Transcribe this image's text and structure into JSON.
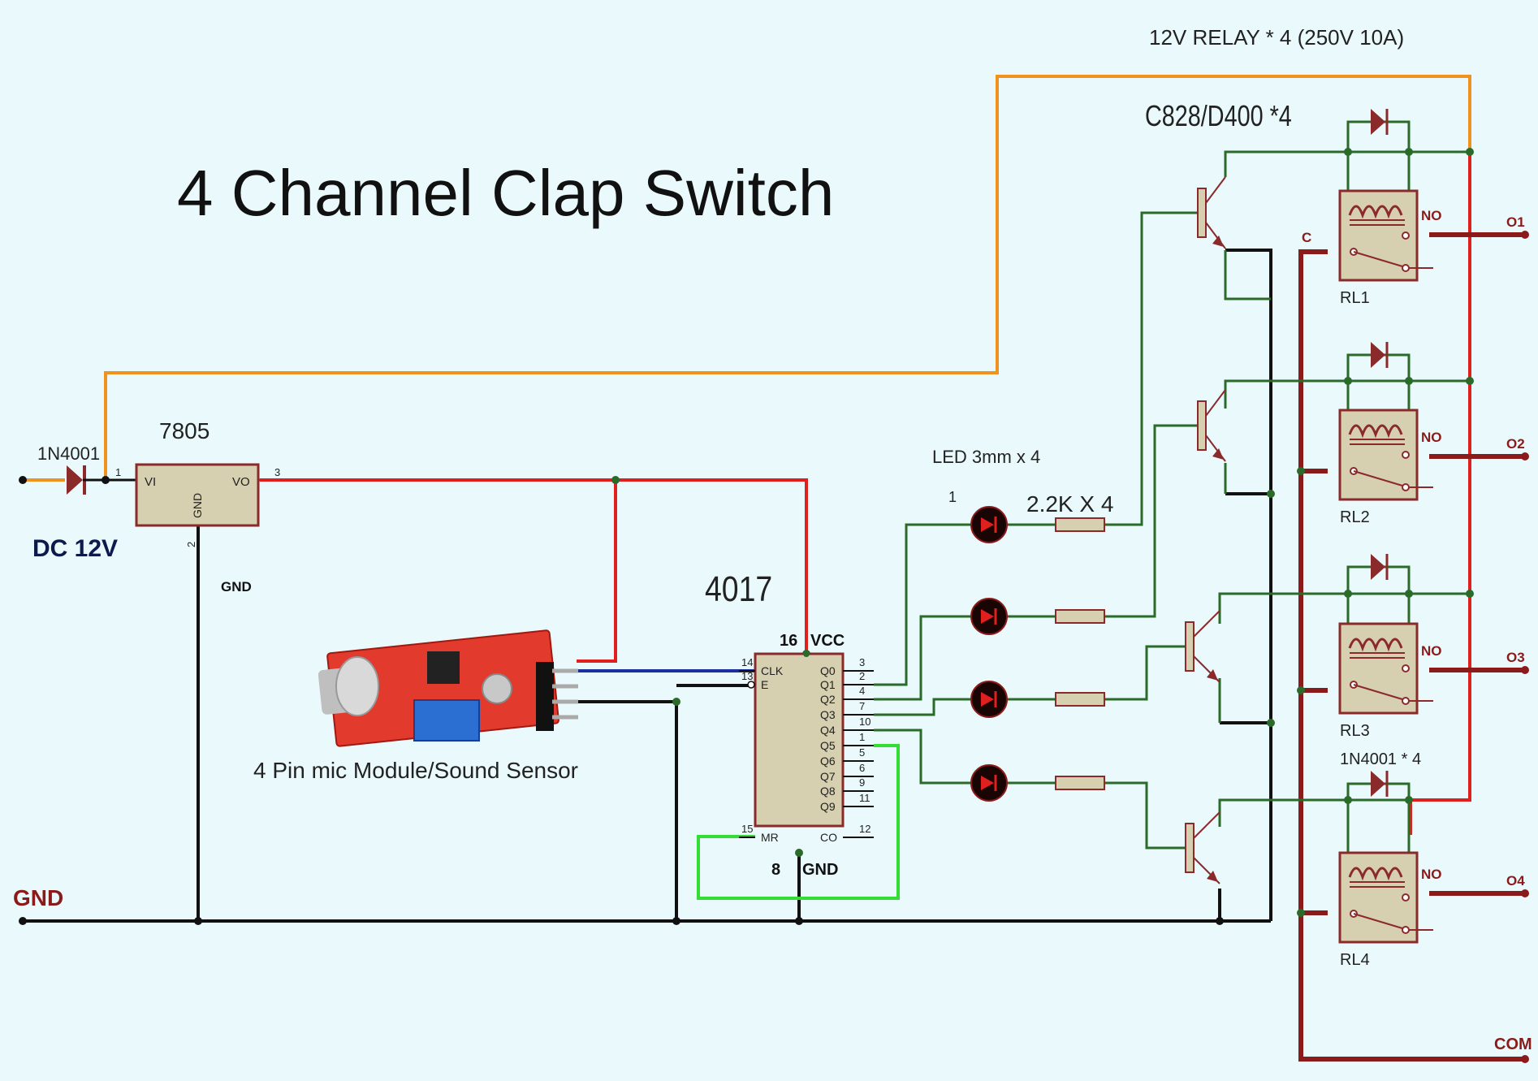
{
  "title": "4  Channel  Clap  Switch",
  "relay_spec": "12V RELAY * 4 (250V 10A)",
  "transistor_spec": "C828/D400 *4",
  "diode_spec_top": "1N4001",
  "diode_spec_relays": "1N4001 * 4",
  "dc_label": "DC 12V",
  "gnd_main": "GND",
  "gnd_reg": "GND",
  "regulator": {
    "name": "7805",
    "vi": "VI",
    "vo": "VO",
    "gnd": "GND",
    "pin1": "1",
    "pin2": "2",
    "pin3": "3"
  },
  "counter": {
    "name": "4017",
    "vcc_pin": "16",
    "vcc": "VCC",
    "gnd_pin": "8",
    "gnd": "GND",
    "left_pins": [
      {
        "num": "14",
        "label": "CLK"
      },
      {
        "num": "13",
        "label": "E"
      },
      {
        "num": "15",
        "label": "MR"
      }
    ],
    "right_pins": [
      {
        "num": "3",
        "label": "Q0"
      },
      {
        "num": "2",
        "label": "Q1"
      },
      {
        "num": "4",
        "label": "Q2"
      },
      {
        "num": "7",
        "label": "Q3"
      },
      {
        "num": "10",
        "label": "Q4"
      },
      {
        "num": "1",
        "label": "Q5"
      },
      {
        "num": "5",
        "label": "Q6"
      },
      {
        "num": "6",
        "label": "Q7"
      },
      {
        "num": "9",
        "label": "Q8"
      },
      {
        "num": "11",
        "label": "Q9"
      },
      {
        "num": "12",
        "label": "CO"
      }
    ]
  },
  "led_label": "LED 3mm x 4",
  "led_pin": "1",
  "resistor_label": "2.2K X 4",
  "mic_label": "4  Pin  mic  Module/Sound  Sensor",
  "relays": [
    {
      "name": "RL1",
      "no": "NO",
      "out": "O1"
    },
    {
      "name": "RL2",
      "no": "NO",
      "out": "O2"
    },
    {
      "name": "RL3",
      "no": "NO",
      "out": "O3"
    },
    {
      "name": "RL4",
      "no": "NO",
      "out": "O4"
    }
  ],
  "common_c": "C",
  "com": "COM",
  "colors": {
    "background": "#eaf9fb",
    "wire_red": "#e0201e",
    "wire_orange": "#f0931e",
    "wire_green": "#2a6b2a",
    "wire_black": "#111111",
    "wire_blue": "#1a2fa0",
    "wire_lime": "#33dd33",
    "wire_darkred": "#8b1a1a",
    "component_fill": "#d6cfb0",
    "component_stroke": "#8b2a2a"
  }
}
